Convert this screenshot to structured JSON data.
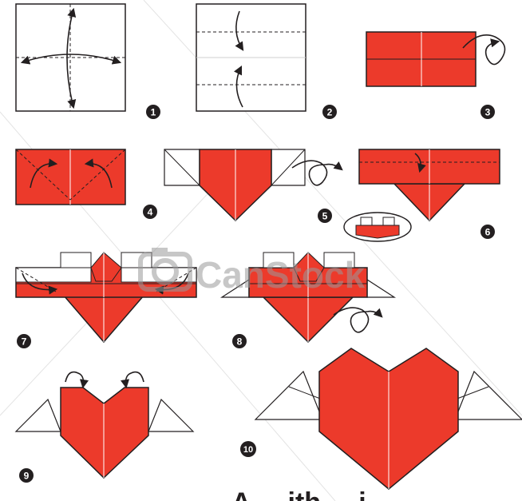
{
  "colors": {
    "red": "#ec3a2b",
    "outline": "#231f20",
    "paper": "#ffffff",
    "watermark": "#9a9a9a"
  },
  "steps": [
    "1",
    "2",
    "3",
    "4",
    "5",
    "6",
    "7",
    "8",
    "9",
    "10"
  ],
  "watermark": {
    "text": "CanStock"
  },
  "caption": {
    "text": "A ... ith ... i"
  }
}
